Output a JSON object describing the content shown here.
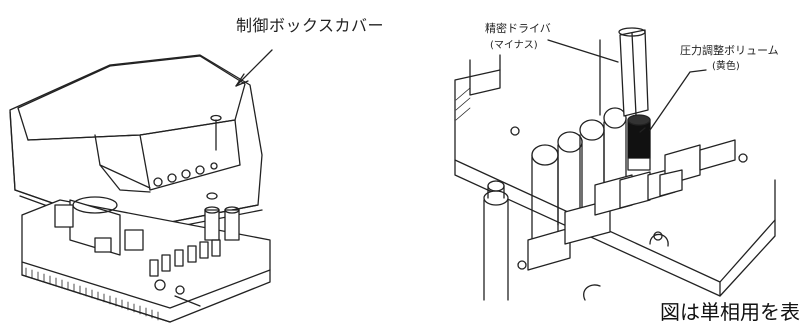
{
  "labels": {
    "cover": "制御ボックスカバー",
    "driver_line1": "精密ドライバ",
    "driver_line2": "(マイナス)",
    "volume_line1": "圧力調整ボリューム",
    "volume_line2": "(黄色)",
    "note": "図は単相用を表"
  },
  "colors": {
    "line": "#222222",
    "background": "#ffffff",
    "knob": "#111111"
  }
}
